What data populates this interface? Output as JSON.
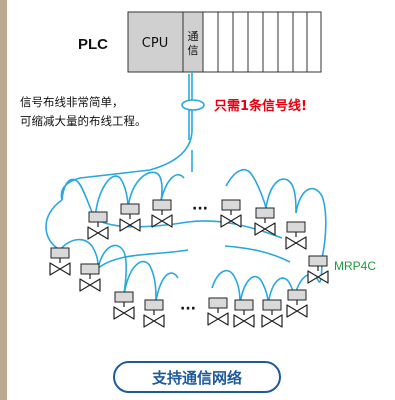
{
  "plc": {
    "label": "PLC",
    "cpu_label": "CPU",
    "comm_module_char_1": "通",
    "comm_module_char_2": "信"
  },
  "note": {
    "line_1": "信号布线非常简单，",
    "line_2": "可缩减大量的布线工程。"
  },
  "callout": {
    "text": "只需1条信号线!"
  },
  "device_model": "MRP4C",
  "ellipsis_upper": "···",
  "ellipsis_lower": "···",
  "badge": {
    "text": "支持通信网络"
  },
  "colors": {
    "wire": "#29a8e0",
    "callout_red": "#e60012",
    "model_green": "#1e9b3a",
    "badge_blue": "#1f5a9b",
    "sidebar": "#bda98f",
    "actuator_fill": "#d9d9d9",
    "plc_gray": "#d0d0d0"
  },
  "icons": {
    "valve": "valve-actuator-icon"
  }
}
